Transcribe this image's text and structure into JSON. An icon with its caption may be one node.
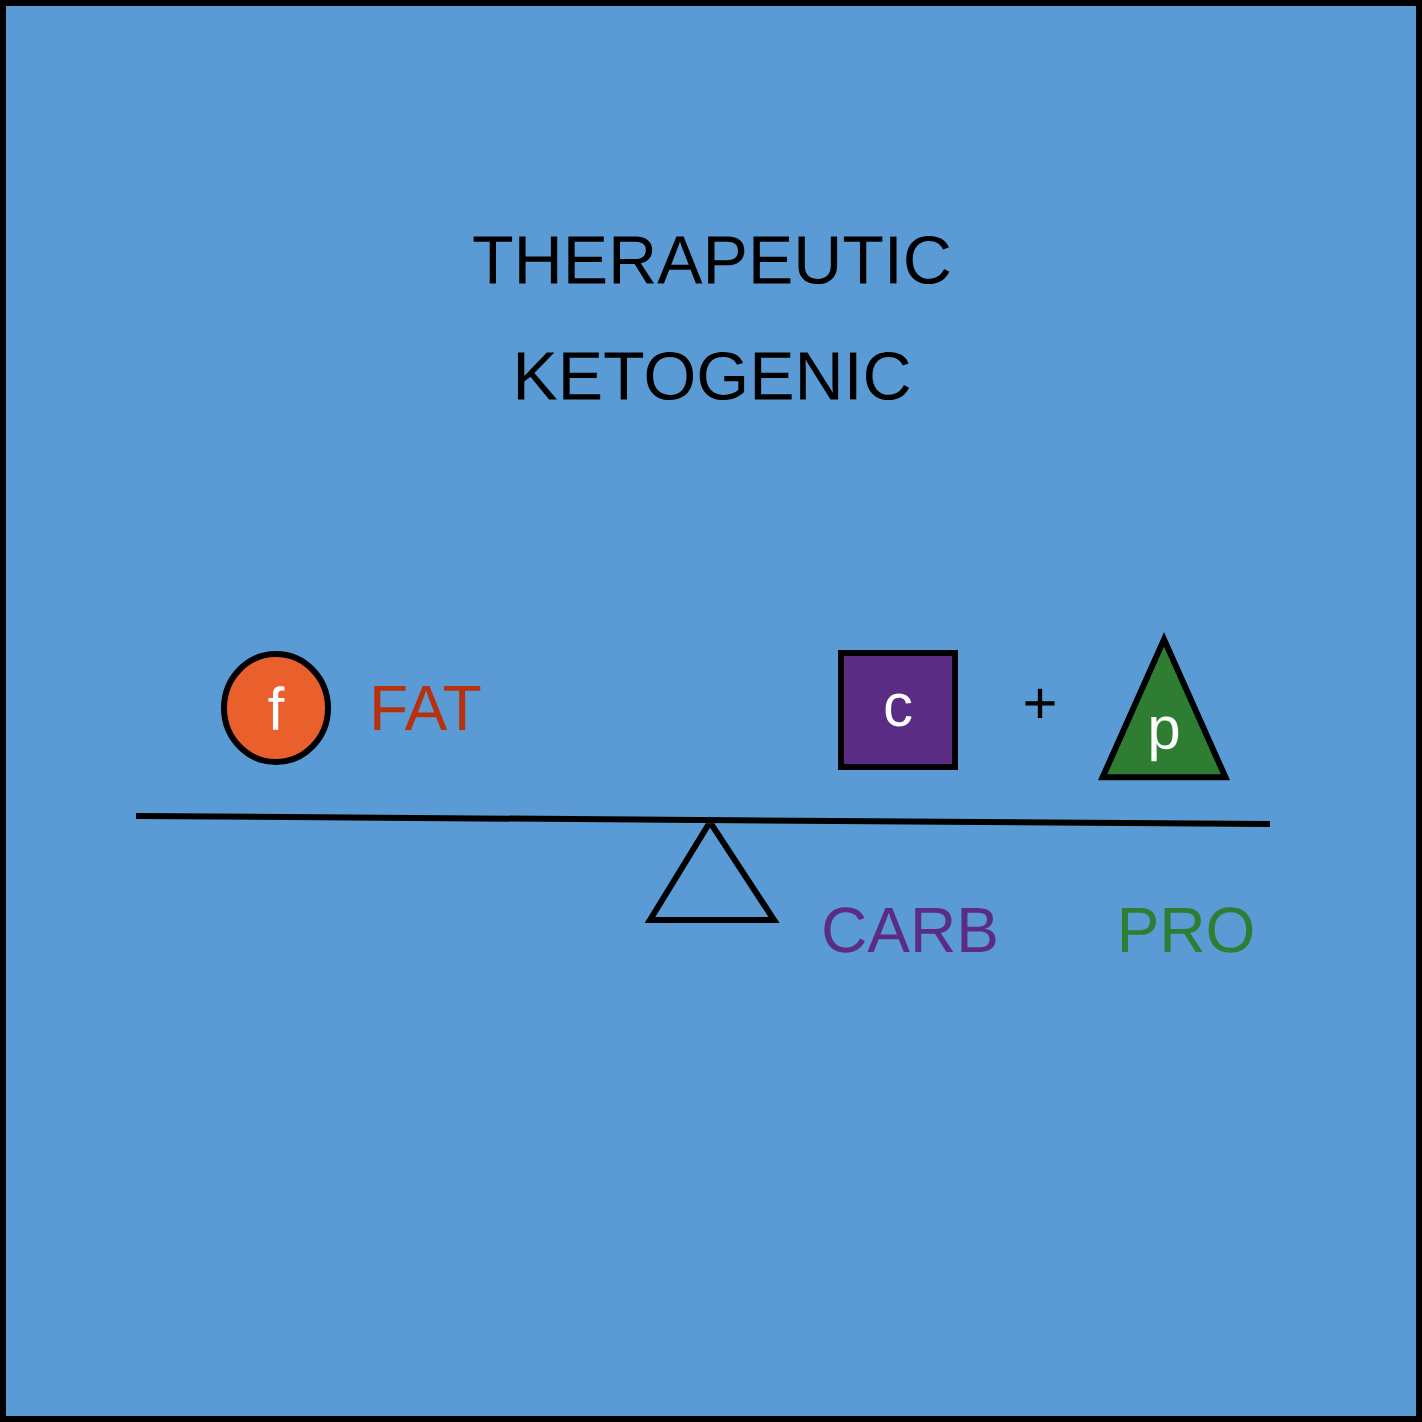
{
  "diagram": {
    "title": "THERAPEUTIC KETOGENIC",
    "nodes": [
      {
        "text": [
          "f"
        ],
        "beside": [
          "FAT"
        ]
      },
      {
        "text": [
          "c"
        ],
        "beside": [
          "CARB"
        ]
      },
      {
        "text": [
          "p"
        ],
        "beside": [
          "PRO"
        ]
      }
    ],
    "labels": [
      "+"
    ]
  }
}
